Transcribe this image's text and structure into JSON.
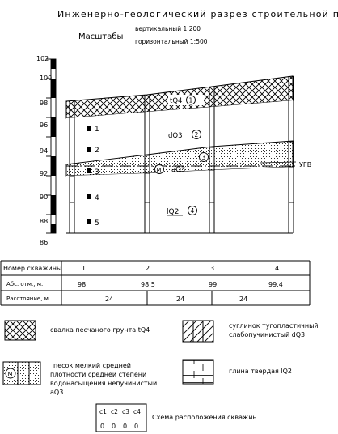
{
  "title": "Инженерно-геологический разрез строительной площадки",
  "scales": {
    "label": "Масштабы",
    "vertical": "вертикальный 1:200",
    "horizontal": "горизонтальный 1:500"
  },
  "elevation_ticks": [
    "102",
    "100",
    "98",
    "96",
    "94",
    "92",
    "90",
    "88",
    "86"
  ],
  "sample_numbers": [
    "1",
    "2",
    "3",
    "4",
    "5"
  ],
  "groundwater_label": "УГВ",
  "layers": {
    "fill": {
      "index": "tQ4",
      "number": "1"
    },
    "loam": {
      "index": "dQ3",
      "number": "2"
    },
    "sand": {
      "index": "aQ3",
      "number": "3",
      "marker": "М"
    },
    "clay": {
      "index": "lQ2",
      "number": "4"
    }
  },
  "table": {
    "rows": [
      {
        "label": "Номер скважины",
        "values": [
          "1",
          "2",
          "3",
          "4"
        ]
      },
      {
        "label": "Абс. отм., м.",
        "values": [
          "98",
          "98,5",
          "99",
          "99,4"
        ]
      },
      {
        "label": "Расстояние, м.",
        "values": [
          "24",
          "24",
          "24"
        ]
      }
    ]
  },
  "legend": [
    {
      "key": "fill",
      "text": [
        "свалка песчаного грунта tQ4"
      ]
    },
    {
      "key": "loam",
      "text": [
        "суглинок тугопластичный",
        "слабопучинистый dQ3"
      ]
    },
    {
      "key": "sand",
      "marker": "М",
      "text": [
        "песок мелкий средней",
        "плотности средней степени",
        "водонасыщения непучинистый",
        "aQ3"
      ]
    },
    {
      "key": "clay",
      "text": [
        "глина твердая lQ2"
      ]
    }
  ],
  "well_scheme": {
    "labels": [
      "c1",
      "c2",
      "c3",
      "c4"
    ],
    "dashes": [
      "–",
      "–",
      "–",
      "–"
    ],
    "values": [
      "0",
      "0",
      "0",
      "0"
    ],
    "caption": "Схема расположения скважин"
  }
}
